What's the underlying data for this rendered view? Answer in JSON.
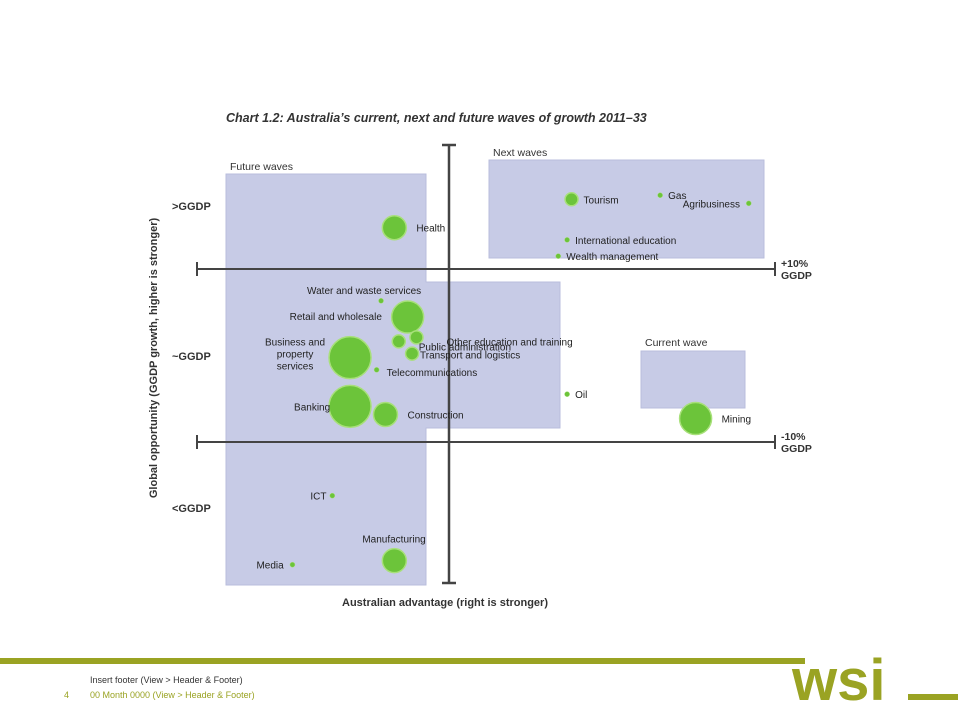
{
  "chart_data": {
    "type": "scatter",
    "title": "Chart 1.2: Australia’s current, next and future waves of growth 2011–33",
    "xlabel": "Australian advantage (right is stronger)",
    "ylabel": "Global opportunity (GGDP growth, higher is stronger)",
    "y_tick_labels": [
      ">GGDP",
      "~GGDP",
      "<GGDP"
    ],
    "reference_lines": [
      "+10% GGDP",
      "-10% GGDP"
    ],
    "groups": [
      "Future waves",
      "Next waves",
      "Current wave"
    ],
    "accent_color": "#6cc43a",
    "region_color": "#c7cbe6",
    "points": [
      {
        "label": "Health",
        "group": "Future waves",
        "x": 3.8,
        "y": 8.8,
        "size": 3
      },
      {
        "label": "Water and waste services",
        "group": "Future waves",
        "x": 3.5,
        "y": 7.0,
        "size": 1
      },
      {
        "label": "Retail and wholesale",
        "group": "Future waves",
        "x": 4.1,
        "y": 6.6,
        "size": 4
      },
      {
        "label": "Other education and training",
        "group": "Future waves",
        "x": 4.3,
        "y": 6.1,
        "size": 2
      },
      {
        "label": "Public administration",
        "group": "Future waves",
        "x": 3.9,
        "y": 6.0,
        "size": 2
      },
      {
        "label": "Transport and logistics",
        "group": "Future waves",
        "x": 4.2,
        "y": 5.7,
        "size": 2
      },
      {
        "label": "Business and property services",
        "group": "Future waves",
        "x": 2.8,
        "y": 5.6,
        "size": 5
      },
      {
        "label": "Telecommunications",
        "group": "Future waves",
        "x": 3.4,
        "y": 5.3,
        "size": 1
      },
      {
        "label": "Banking",
        "group": "Future waves",
        "x": 2.8,
        "y": 4.4,
        "size": 5
      },
      {
        "label": "Construction",
        "group": "Future waves",
        "x": 3.6,
        "y": 4.2,
        "size": 3
      },
      {
        "label": "Oil",
        "group": "Future waves",
        "x": 7.7,
        "y": 4.7,
        "size": 1
      },
      {
        "label": "ICT",
        "group": "Future waves",
        "x": 2.4,
        "y": 2.2,
        "size": 1
      },
      {
        "label": "Manufacturing",
        "group": "Future waves",
        "x": 3.8,
        "y": 0.6,
        "size": 3
      },
      {
        "label": "Media",
        "group": "Future waves",
        "x": 1.5,
        "y": 0.5,
        "size": 1
      },
      {
        "label": "Tourism",
        "group": "Next waves",
        "x": 7.8,
        "y": 9.5,
        "size": 2
      },
      {
        "label": "Gas",
        "group": "Next waves",
        "x": 9.8,
        "y": 9.6,
        "size": 1
      },
      {
        "label": "Agribusiness",
        "group": "Next waves",
        "x": 11.8,
        "y": 9.4,
        "size": 1
      },
      {
        "label": "International education",
        "group": "Next waves",
        "x": 7.7,
        "y": 8.5,
        "size": 1
      },
      {
        "label": "Wealth management",
        "group": "Next waves",
        "x": 7.5,
        "y": 8.1,
        "size": 1
      },
      {
        "label": "Mining",
        "group": "Current wave",
        "x": 10.6,
        "y": 4.1,
        "size": 4
      }
    ]
  },
  "footer": {
    "text": "Insert footer (View > Header & Footer)",
    "date": "00 Month 0000 (View > Header & Footer)",
    "page_number": "4"
  },
  "logo": {
    "text": "wsi",
    "color": "#9aa323"
  }
}
